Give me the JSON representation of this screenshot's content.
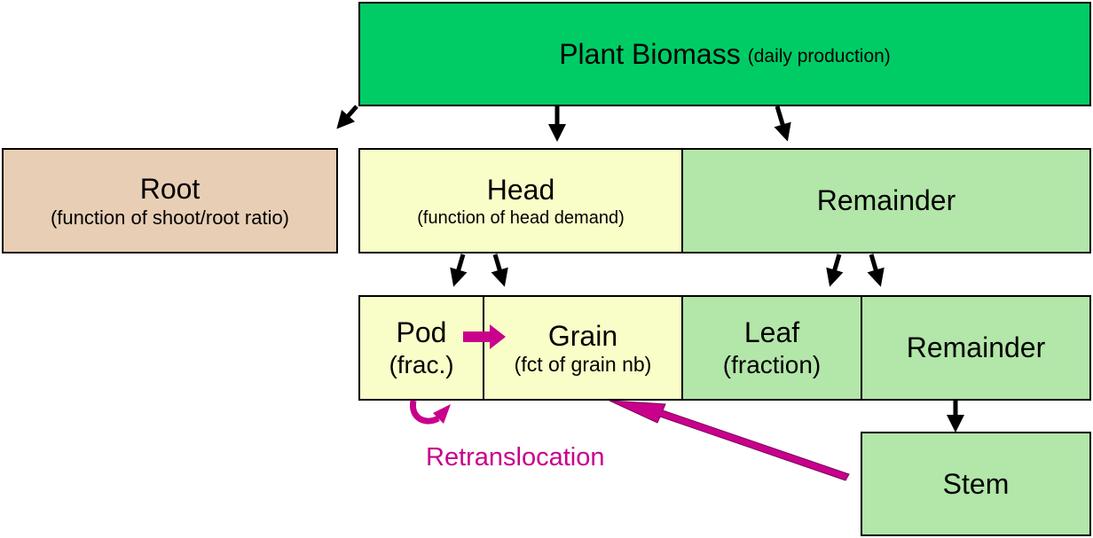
{
  "biomass": {
    "title": "Plant Biomass",
    "note": "(daily production)"
  },
  "root": {
    "title": "Root",
    "note": "(function of shoot/root ratio)"
  },
  "head": {
    "title": "Head",
    "note": "(function of head demand)"
  },
  "remainder_top": {
    "title": "Remainder"
  },
  "pod": {
    "title": "Pod",
    "note": "(frac.)"
  },
  "grain": {
    "title": "Grain",
    "note": "(fct of grain nb)"
  },
  "leaf": {
    "title": "Leaf",
    "note": "(fraction)"
  },
  "remainder_bottom": {
    "title": "Remainder"
  },
  "stem": {
    "title": "Stem"
  },
  "retranslocation": {
    "label": "Retranslocation"
  },
  "colors": {
    "biomass": "#00cc66",
    "root": "#e8ceb5",
    "head": "#f9fdc8",
    "remainder": "#b3e6a9",
    "retranslocation": "#c8008c"
  }
}
